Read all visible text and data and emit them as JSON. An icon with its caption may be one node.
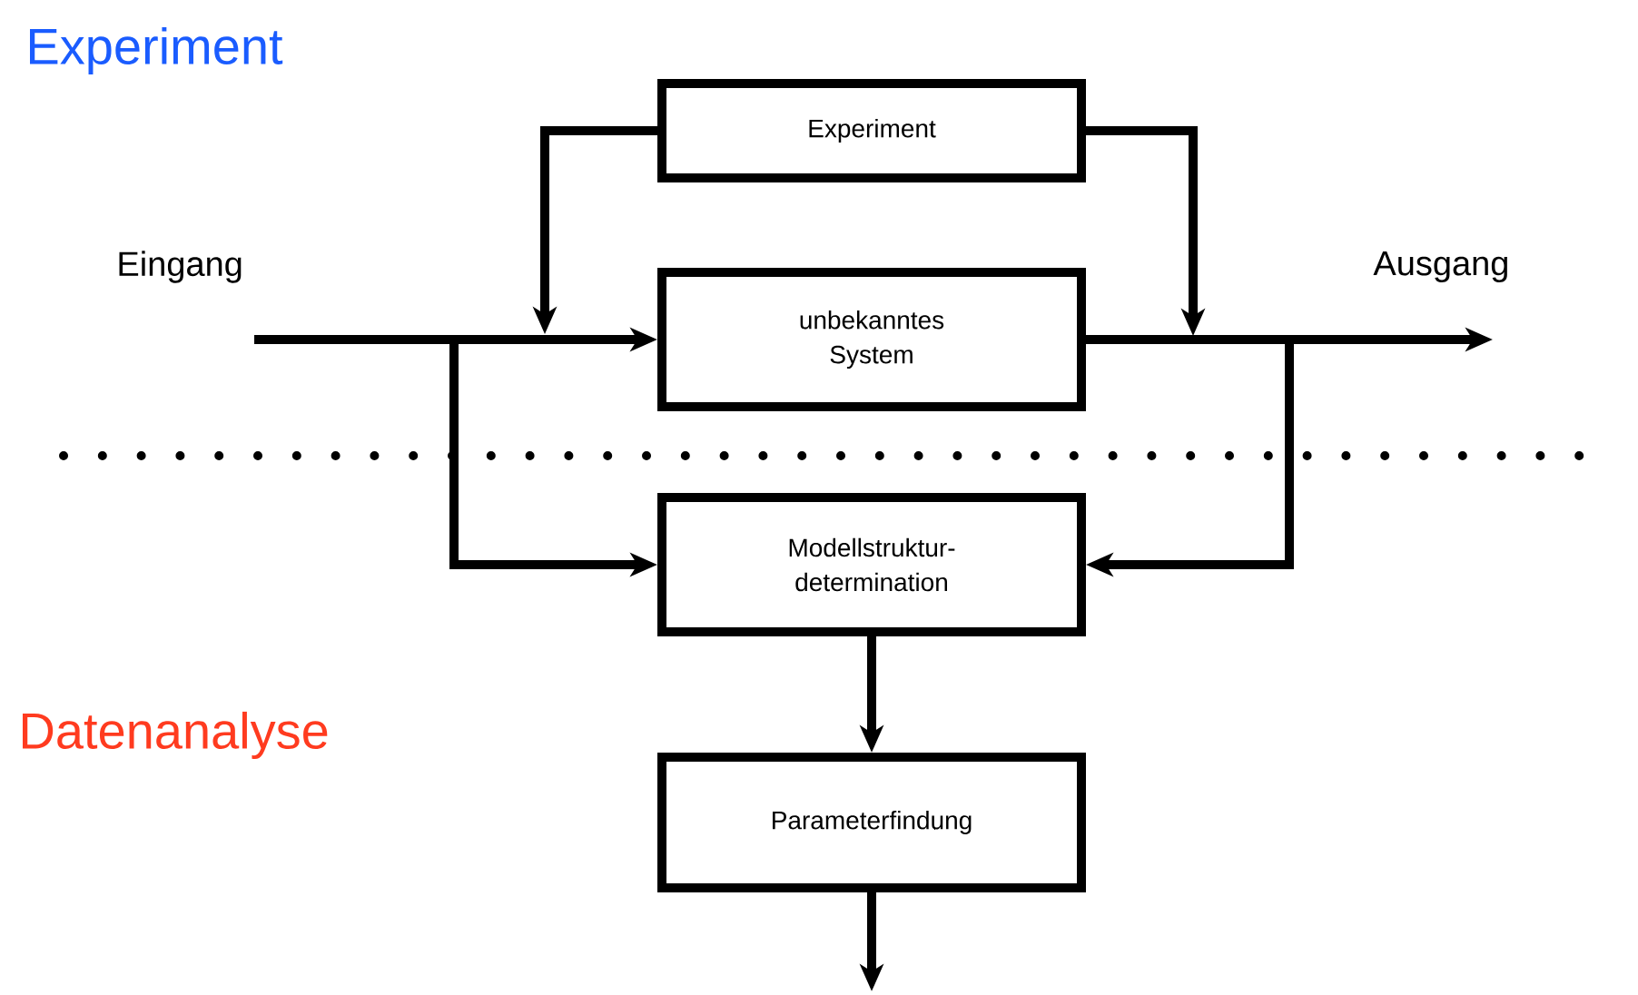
{
  "diagram": {
    "nodes": [
      {
        "text": [
          "Experiment"
        ]
      },
      {
        "text": [
          "unbekanntes System"
        ]
      },
      {
        "text": [
          "Modellstruktur- determination"
        ]
      },
      {
        "text": [
          "Parameterfindung"
        ]
      }
    ],
    "edges": [
      {
        "from": null,
        "to": 1,
        "arrow": "to"
      },
      {
        "from": null,
        "to": 2,
        "arrow": "to"
      },
      {
        "from": 0,
        "to": null,
        "arrow": "to"
      },
      {
        "from": 0,
        "to": null,
        "arrow": "to"
      },
      {
        "from": 1,
        "to": null,
        "arrow": "to"
      },
      {
        "from": 1,
        "to": 2,
        "arrow": "to"
      },
      {
        "from": 2,
        "to": 3,
        "arrow": "to"
      },
      {
        "from": 3,
        "to": null,
        "arrow": "to"
      }
    ],
    "labels": [
      "Experiment",
      "Eingang",
      "Ausgang",
      "Datenanalyse"
    ]
  }
}
